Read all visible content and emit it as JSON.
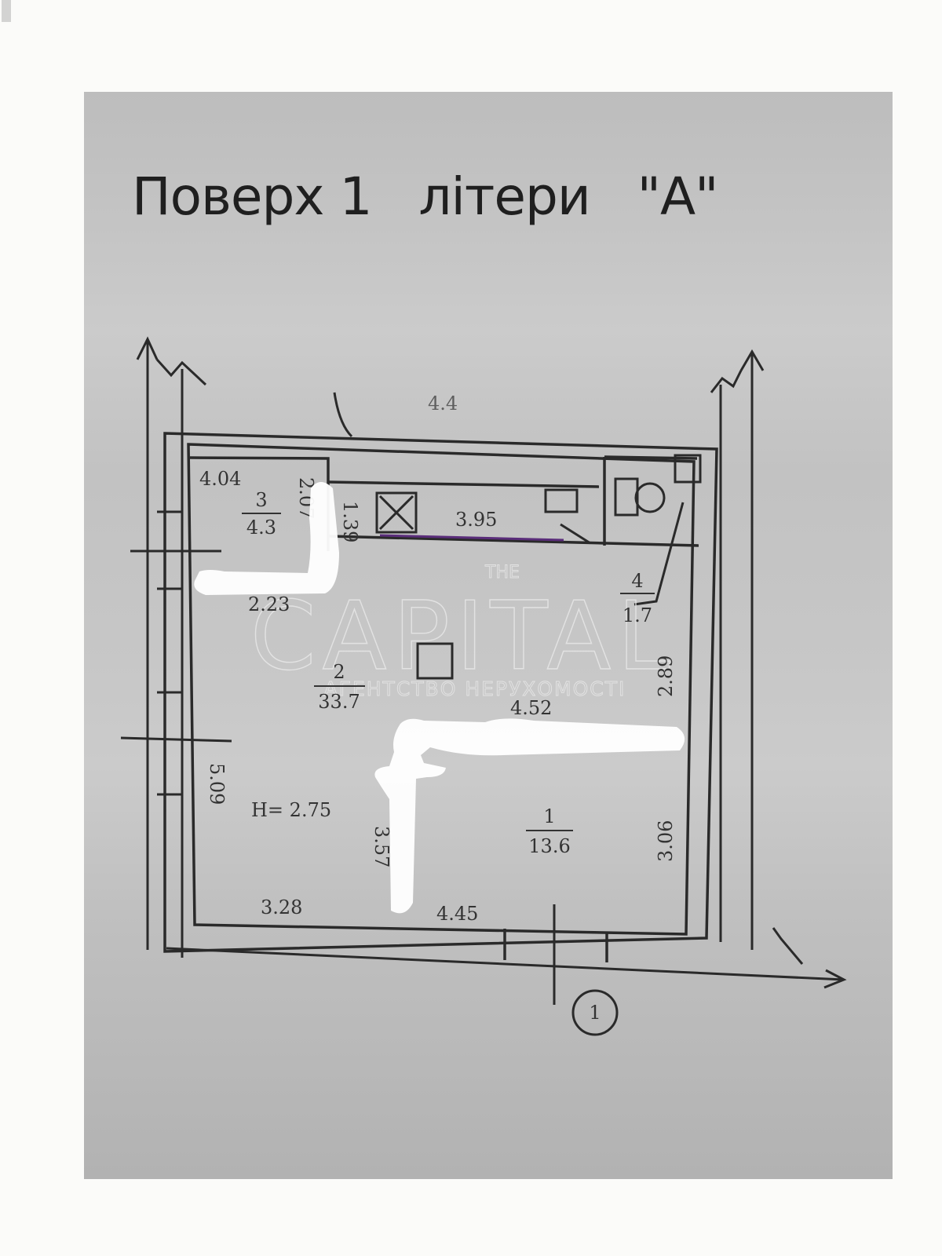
{
  "title": "Поверх 1   літери   \"А\"",
  "watermark": {
    "top": "THE",
    "brand": "CAPITAL",
    "tagline": "АГЕНТСТВО НЕРУХОМОСТІ"
  },
  "rooms": [
    {
      "number": "1",
      "area": "13.6"
    },
    {
      "number": "2",
      "area": "33.7"
    },
    {
      "number": "3",
      "area": "4.3"
    },
    {
      "number": "4",
      "area": "1.7"
    }
  ],
  "dimensions": {
    "top_left_width": "4.04",
    "room3_height": "2.07",
    "passage_height": "1.39",
    "corridor_length": "3.95",
    "left_mid_width": "2.23",
    "right_upper_height": "2.89",
    "right_mid_width": "4.52",
    "left_lower_height": "5.09",
    "center_lower_height": "3.57",
    "right_lower_height": "3.06",
    "bottom_left_width": "3.28",
    "bottom_right_width": "4.45",
    "top_wall_note": "4.4"
  },
  "ceiling_height": "H= 2.75",
  "entrance_marker": "1",
  "colors": {
    "photo_background": "#c4c4c4",
    "line": "#2a2a2a",
    "redaction": "#ffffff",
    "annotation_line": "#5a2d7a"
  }
}
